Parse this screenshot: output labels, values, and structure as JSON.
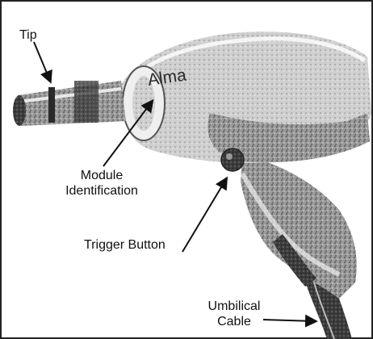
{
  "labels": {
    "tip": "Tip",
    "brand": "Alma",
    "module_line1": "Module",
    "module_line2": "Identification",
    "trigger": "Trigger Button",
    "umbilical_line1": "Umbilical",
    "umbilical_line2": "Cable"
  },
  "colors": {
    "background": "#ffffff",
    "line": "#111111",
    "frame": "#222222"
  }
}
